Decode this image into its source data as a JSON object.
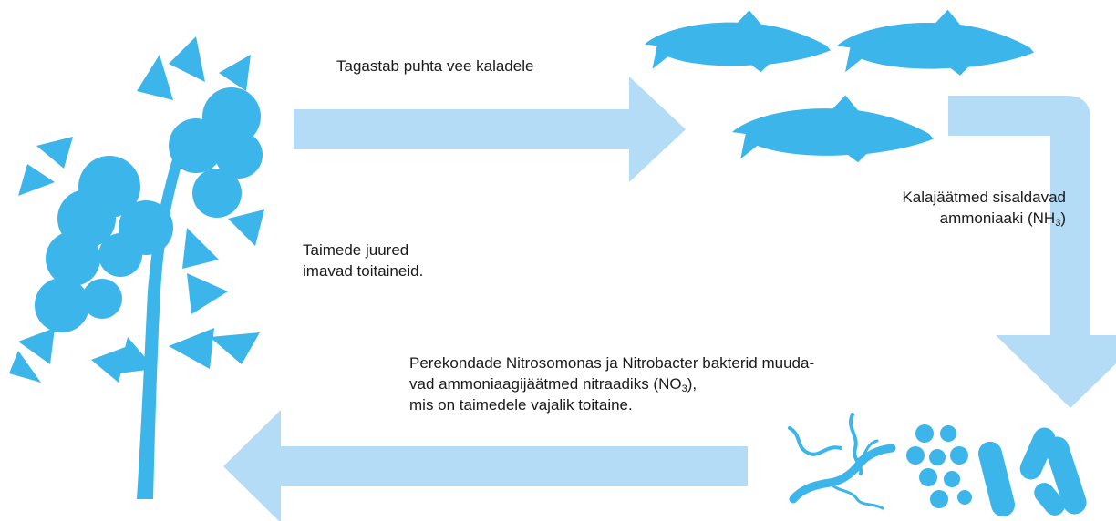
{
  "colors": {
    "silhouette": "#3cb5ea",
    "arrow": "#b4dcf6"
  },
  "labels": {
    "top": "Tagastab puhta vee kaladele",
    "right_line1": "Kalajäätmed sisaldavad",
    "right_line2_a": "ammoniaaki (NH",
    "right_line2_sub": "3",
    "right_line2_b": ")",
    "left_line1": "Taimede juured",
    "left_line2": "imavad toitaineid.",
    "bottom_line1": "Perekondade Nitrosomonas ja Nitrobacter bakterid muuda-",
    "bottom_line2_a": "vad ammoniaagijäätmed nitraadiks (NO",
    "bottom_line2_sub": "3",
    "bottom_line2_b": "),",
    "bottom_line3": "mis on taimedele vajalik toitaine."
  },
  "icons": [
    "plant-icon",
    "fish-icon",
    "bacteria-icon"
  ]
}
